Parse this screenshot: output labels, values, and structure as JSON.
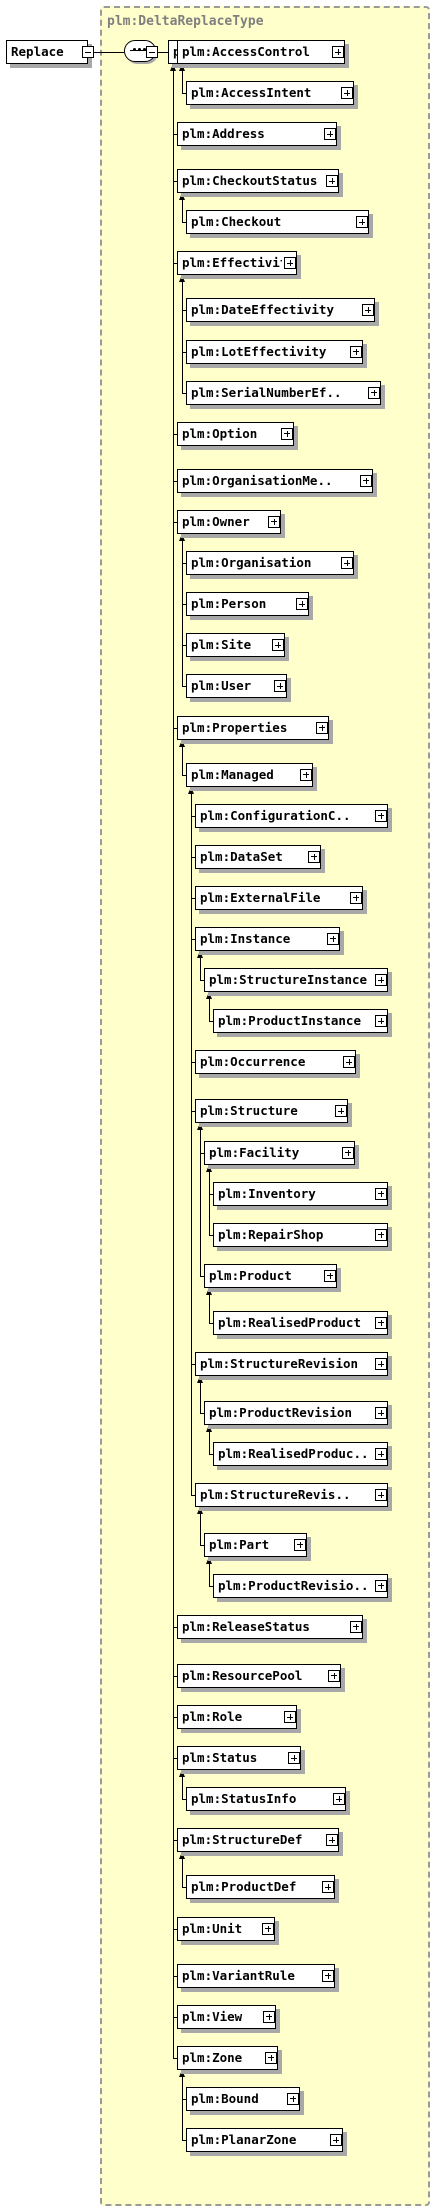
{
  "root": {
    "label": "Replace"
  },
  "type": {
    "name": "plm:DeltaReplaceType"
  },
  "elements": [
    {
      "id": "AttribOwner",
      "label": "plm:AttribOwner",
      "depth": 0
    },
    {
      "id": "AccessControl",
      "label": "plm:AccessControl",
      "depth": 1
    },
    {
      "id": "AccessIntent",
      "label": "plm:AccessIntent",
      "depth": 2
    },
    {
      "id": "Address",
      "label": "plm:Address",
      "depth": 1
    },
    {
      "id": "CheckoutStatus",
      "label": "plm:CheckoutStatus",
      "depth": 1
    },
    {
      "id": "Checkout",
      "label": "plm:Checkout",
      "depth": 2
    },
    {
      "id": "Effectivity",
      "label": "plm:Effectivity",
      "depth": 1
    },
    {
      "id": "DateEffectivity",
      "label": "plm:DateEffectivity",
      "depth": 2
    },
    {
      "id": "LotEffectivity",
      "label": "plm:LotEffectivity",
      "depth": 2
    },
    {
      "id": "SerialNumberEf",
      "label": "plm:SerialNumberEf..",
      "depth": 2
    },
    {
      "id": "Option",
      "label": "plm:Option",
      "depth": 1
    },
    {
      "id": "OrganisationMe",
      "label": "plm:OrganisationMe..",
      "depth": 1
    },
    {
      "id": "Owner",
      "label": "plm:Owner",
      "depth": 1
    },
    {
      "id": "Organisation",
      "label": "plm:Organisation",
      "depth": 2
    },
    {
      "id": "Person",
      "label": "plm:Person",
      "depth": 2
    },
    {
      "id": "Site",
      "label": "plm:Site",
      "depth": 2
    },
    {
      "id": "User",
      "label": "plm:User",
      "depth": 2
    },
    {
      "id": "Properties",
      "label": "plm:Properties",
      "depth": 1
    },
    {
      "id": "Managed",
      "label": "plm:Managed",
      "depth": 2
    },
    {
      "id": "ConfigurationC",
      "label": "plm:ConfigurationC..",
      "depth": 3
    },
    {
      "id": "DataSet",
      "label": "plm:DataSet",
      "depth": 3
    },
    {
      "id": "ExternalFile",
      "label": "plm:ExternalFile",
      "depth": 3
    },
    {
      "id": "Instance",
      "label": "plm:Instance",
      "depth": 3
    },
    {
      "id": "StructureInstance",
      "label": "plm:StructureInstance",
      "depth": 4
    },
    {
      "id": "ProductInstance",
      "label": "plm:ProductInstance",
      "depth": 5
    },
    {
      "id": "Occurrence",
      "label": "plm:Occurrence",
      "depth": 3
    },
    {
      "id": "Structure",
      "label": "plm:Structure",
      "depth": 3
    },
    {
      "id": "Facility",
      "label": "plm:Facility",
      "depth": 4
    },
    {
      "id": "Inventory",
      "label": "plm:Inventory",
      "depth": 5
    },
    {
      "id": "RepairShop",
      "label": "plm:RepairShop",
      "depth": 5
    },
    {
      "id": "Product",
      "label": "plm:Product",
      "depth": 4
    },
    {
      "id": "RealisedProduct",
      "label": "plm:RealisedProduct",
      "depth": 5
    },
    {
      "id": "StructureRevision",
      "label": "plm:StructureRevision",
      "depth": 3
    },
    {
      "id": "ProductRevision",
      "label": "plm:ProductRevision",
      "depth": 4
    },
    {
      "id": "RealisedProduc",
      "label": "plm:RealisedProduc..",
      "depth": 5
    },
    {
      "id": "StructureRevis",
      "label": "plm:StructureRevis..",
      "depth": 3
    },
    {
      "id": "Part",
      "label": "plm:Part",
      "depth": 4
    },
    {
      "id": "ProductRevisio",
      "label": "plm:ProductRevisio..",
      "depth": 5
    },
    {
      "id": "ReleaseStatus",
      "label": "plm:ReleaseStatus",
      "depth": 1
    },
    {
      "id": "ResourcePool",
      "label": "plm:ResourcePool",
      "depth": 1
    },
    {
      "id": "Role",
      "label": "plm:Role",
      "depth": 1
    },
    {
      "id": "Status",
      "label": "plm:Status",
      "depth": 1
    },
    {
      "id": "StatusInfo",
      "label": "plm:StatusInfo",
      "depth": 2
    },
    {
      "id": "StructureDef",
      "label": "plm:StructureDef",
      "depth": 1
    },
    {
      "id": "ProductDef",
      "label": "plm:ProductDef",
      "depth": 2
    },
    {
      "id": "Unit",
      "label": "plm:Unit",
      "depth": 1
    },
    {
      "id": "VariantRule",
      "label": "plm:VariantRule",
      "depth": 1
    },
    {
      "id": "View",
      "label": "plm:View",
      "depth": 1
    },
    {
      "id": "Zone",
      "label": "plm:Zone",
      "depth": 1
    },
    {
      "id": "Bound",
      "label": "plm:Bound",
      "depth": 2
    },
    {
      "id": "PlanarZone",
      "label": "plm:PlanarZone",
      "depth": 2
    }
  ]
}
